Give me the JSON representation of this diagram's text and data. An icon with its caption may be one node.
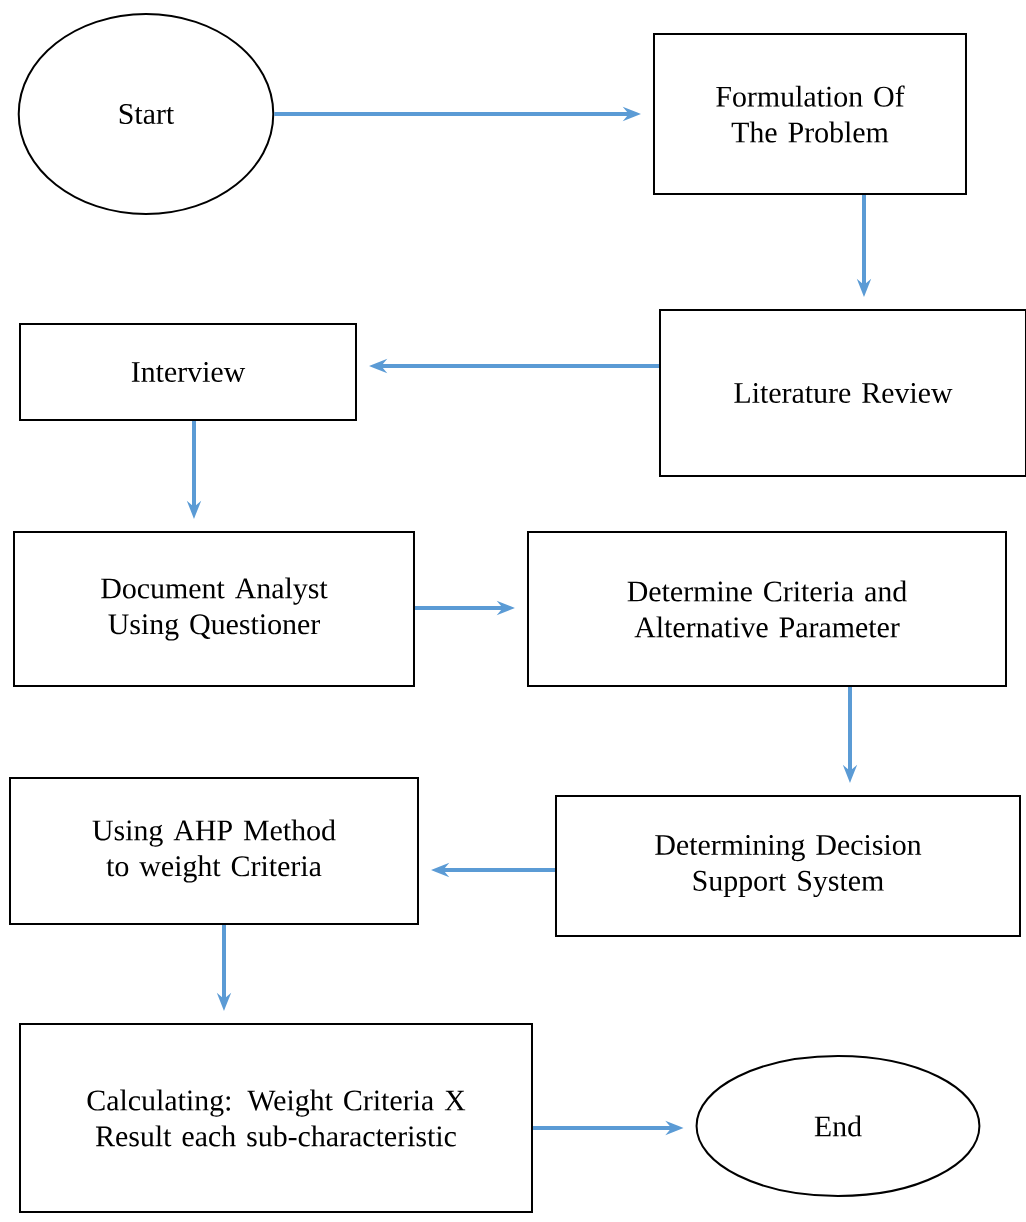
{
  "diagram": {
    "nodes": [
      {
        "text": [
          "Start"
        ]
      },
      {
        "text": [
          "Formulation Of The Problem"
        ]
      },
      {
        "text": [
          "Literature Review"
        ]
      },
      {
        "text": [
          "Interview"
        ]
      },
      {
        "text": [
          "Document Analyst Using Questioner"
        ]
      },
      {
        "text": [
          "Determine Criteria and Alternative Parameter"
        ]
      },
      {
        "text": [
          "Using AHP Method to weight Criteria"
        ]
      },
      {
        "text": [
          "Determining Decision Support System"
        ]
      },
      {
        "text": [
          "Calculating: Weight Criteria X Result each sub-characteristic"
        ]
      },
      {
        "text": [
          "End"
        ]
      }
    ],
    "edges": [
      {
        "from": 0,
        "to": 1,
        "arrow": "to"
      },
      {
        "from": 1,
        "to": 2,
        "arrow": "to"
      },
      {
        "from": 2,
        "to": 3,
        "arrow": "to"
      },
      {
        "from": 3,
        "to": 4,
        "arrow": "to"
      },
      {
        "from": 4,
        "to": 5,
        "arrow": "to"
      },
      {
        "from": 5,
        "to": 7,
        "arrow": "to"
      },
      {
        "from": 7,
        "to": 6,
        "arrow": "to"
      },
      {
        "from": 6,
        "to": 8,
        "arrow": "to"
      },
      {
        "from": 8,
        "to": 9,
        "arrow": "to"
      }
    ]
  }
}
